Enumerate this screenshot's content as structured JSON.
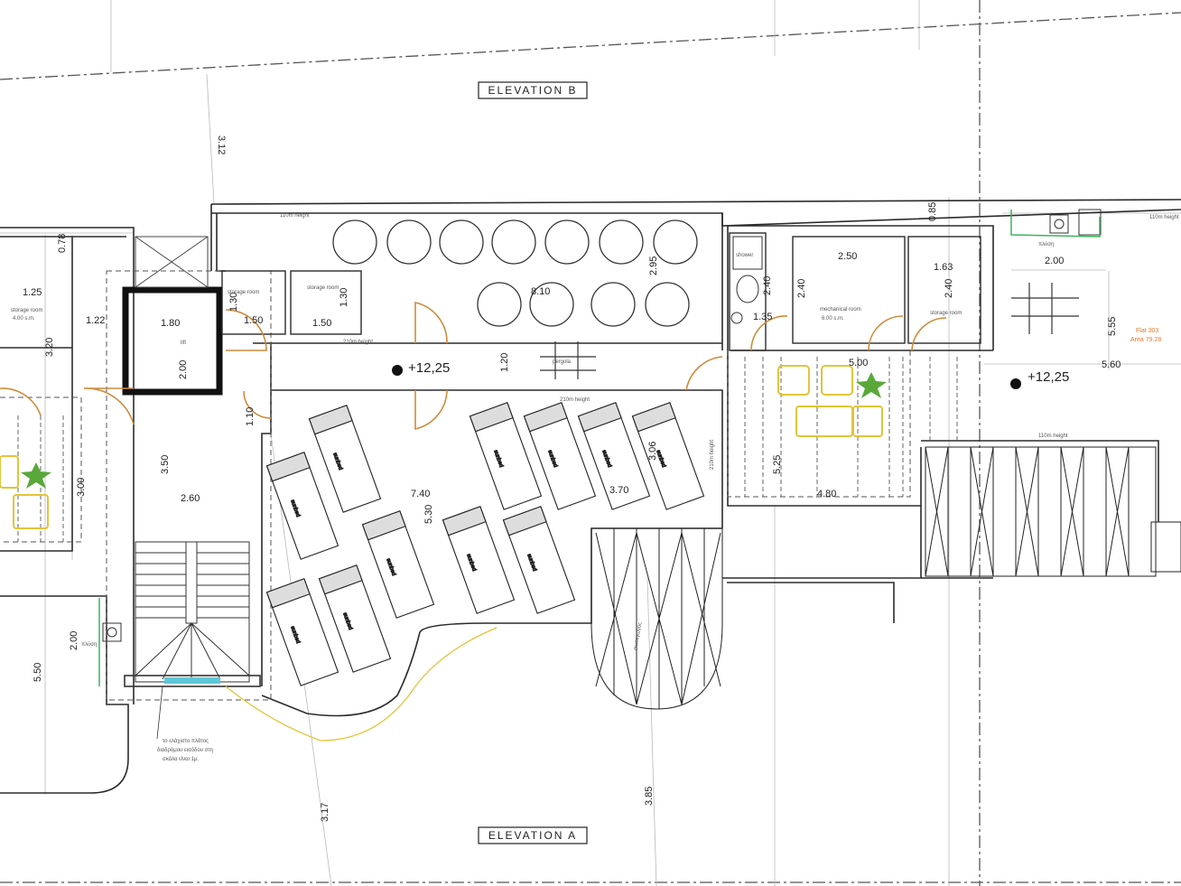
{
  "elevations": {
    "top": "ELEVATION B",
    "bottom": "ELEVATION A"
  },
  "levels": [
    "+12,25",
    "+12,25"
  ],
  "dimensions": {
    "d312": "3.12",
    "d317": "3.17",
    "d385": "3.85",
    "d295": "2.95",
    "d810": "8.10",
    "d078": "0.78",
    "d125": "1.25",
    "d320": "3.20",
    "d122": "1.22",
    "d180": "1.80",
    "d130a": "1.30",
    "d150a": "1.50",
    "d130b": "1.30",
    "d150b": "1.50",
    "d120": "1.20",
    "d110": "1.10",
    "d200v": "2.00",
    "d350": "3.50",
    "d260": "2.60",
    "d740": "7.40",
    "d530": "5.30",
    "d370": "3.70",
    "d306": "3.06",
    "d300": "3.00",
    "d550": "5.50",
    "d200left": "2.00",
    "d085": "0.85",
    "d250": "2.50",
    "d163": "1.63",
    "d240a": "2.40",
    "d240b": "2.40",
    "d240c": "2.40",
    "d135": "1.35",
    "d500": "5.00",
    "d525": "5.25",
    "d480": "4.80",
    "d200r": "2.00",
    "d555": "5.55",
    "d560": "5.60"
  },
  "labels": {
    "lift": "lift",
    "storage_left": "storage room",
    "storage_left_area": "4.00 s.m.",
    "storage1": "storage room",
    "storage2": "storage room",
    "mechanical": "mechanical room",
    "mechanical_area": "6.00 s.m.",
    "storage3": "storage room",
    "shower": "shower",
    "height_110_top": "110m height",
    "height_210_a": "210m height",
    "height_210_b": "210m height",
    "height_110_right": "110m height",
    "height_210_c": "210m height",
    "height_110_far": "110m height",
    "bed": "sunbed",
    "canopy_left": "pergola",
    "shaft": "φωταγωγός",
    "stair_note_1": "το ελάχιστο πλάτος",
    "stair_note_2": "διαδρόμου εισόδου στη",
    "stair_note_3": "σκάλα είναι 1μ.",
    "wc_left": "πλύση",
    "wc_right": "πλύση",
    "flat_name": "Flat 303",
    "flat_area": "Area 79.28"
  },
  "colors": {
    "line": "#2b2b2b",
    "thin": "#8a8a8a",
    "door": "#d08a3a",
    "furniture": "#e2c43a",
    "plant": "#5aa83a",
    "flat_text": "#e07a2f",
    "water": "#5ec8d8",
    "green_line": "#3cb45a"
  }
}
